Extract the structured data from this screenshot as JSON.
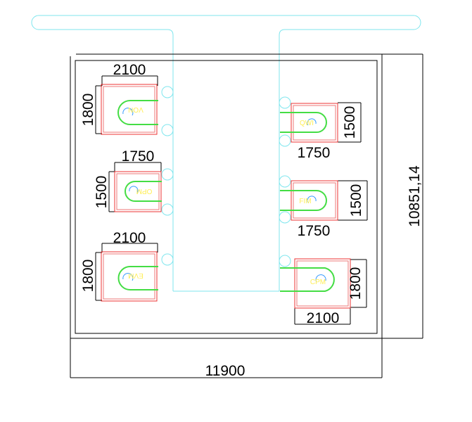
{
  "colors": {
    "pipe": "#7fe6ee",
    "outline": "#000000",
    "unit_outer": "#ee3333",
    "unit_inner": "#ee7777",
    "coil": "#44dd44",
    "coil_arrow": "#3399ff",
    "label": "#ffee55"
  },
  "overall": {
    "width_dim": "11900",
    "height_dim": "10851,14"
  },
  "units": [
    {
      "label": "VON",
      "width_dim": "2100",
      "height_dim": "1800"
    },
    {
      "label": "OPM",
      "width_dim": "1750",
      "height_dim": "1500"
    },
    {
      "label": "EVM",
      "width_dim": "2100",
      "height_dim": "1800"
    },
    {
      "label": "QWI",
      "width_dim": "1750",
      "height_dim": "1500"
    },
    {
      "label": "FIM",
      "width_dim": "1750",
      "height_dim": "1500"
    },
    {
      "label": "CPM",
      "width_dim": "2100",
      "height_dim": "1800"
    }
  ]
}
